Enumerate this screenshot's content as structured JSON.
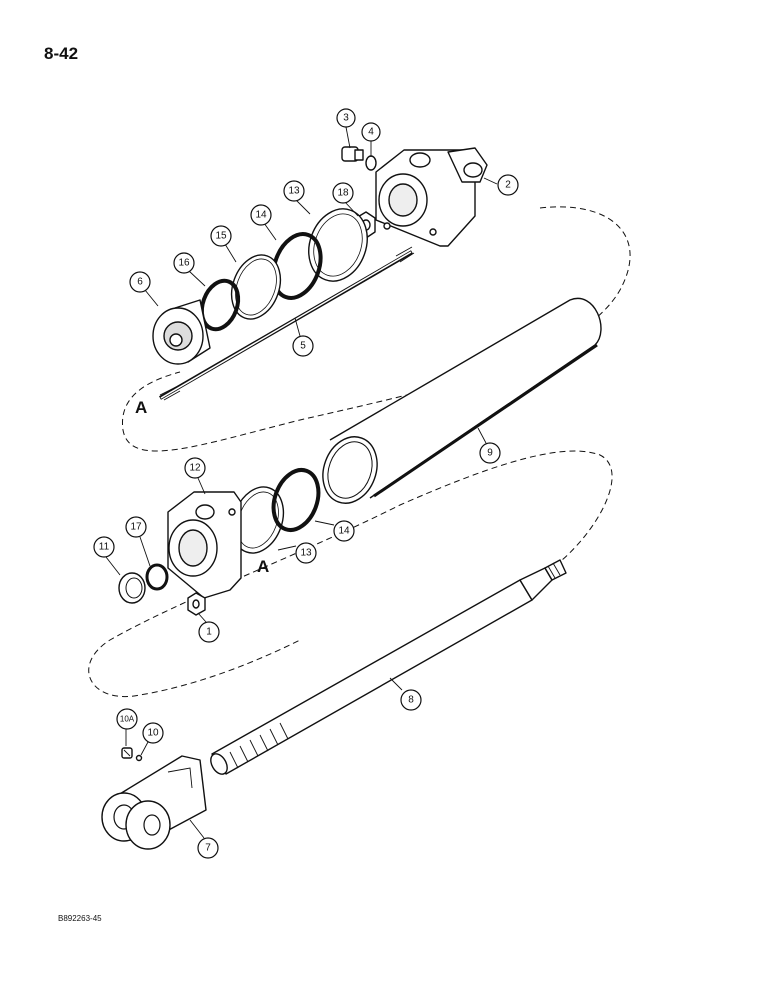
{
  "page_number": "8-42",
  "doc_code": "B892263-45",
  "reference_letter": "A",
  "callouts": {
    "c1": "1",
    "c2": "2",
    "c3": "3",
    "c4": "4",
    "c5": "5",
    "c6": "6",
    "c7": "7",
    "c8": "8",
    "c9": "9",
    "c10": "10",
    "c10a": "10A",
    "c11": "11",
    "c12": "12",
    "c13a": "13",
    "c13b": "13",
    "c14a": "14",
    "c14b": "14",
    "c15": "15",
    "c16": "16",
    "c17": "17",
    "c18": "18"
  }
}
